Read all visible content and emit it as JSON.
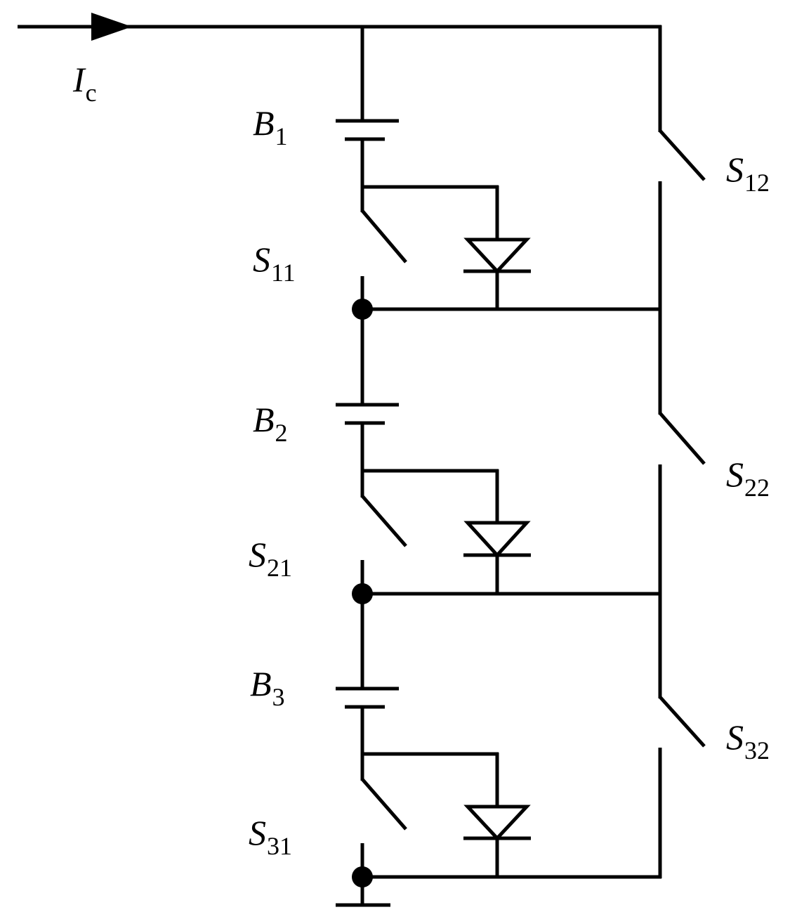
{
  "current": {
    "symbol": "I",
    "subscript": "c"
  },
  "labels": {
    "B1": {
      "symbol": "B",
      "subscript": "1"
    },
    "B2": {
      "symbol": "B",
      "subscript": "2"
    },
    "B3": {
      "symbol": "B",
      "subscript": "3"
    },
    "S11": {
      "symbol": "S",
      "subscript": "11"
    },
    "S21": {
      "symbol": "S",
      "subscript": "21"
    },
    "S31": {
      "symbol": "S",
      "subscript": "31"
    },
    "S12": {
      "symbol": "S",
      "subscript": "12"
    },
    "S22": {
      "symbol": "S",
      "subscript": "22"
    },
    "S32": {
      "symbol": "S",
      "subscript": "32"
    }
  }
}
